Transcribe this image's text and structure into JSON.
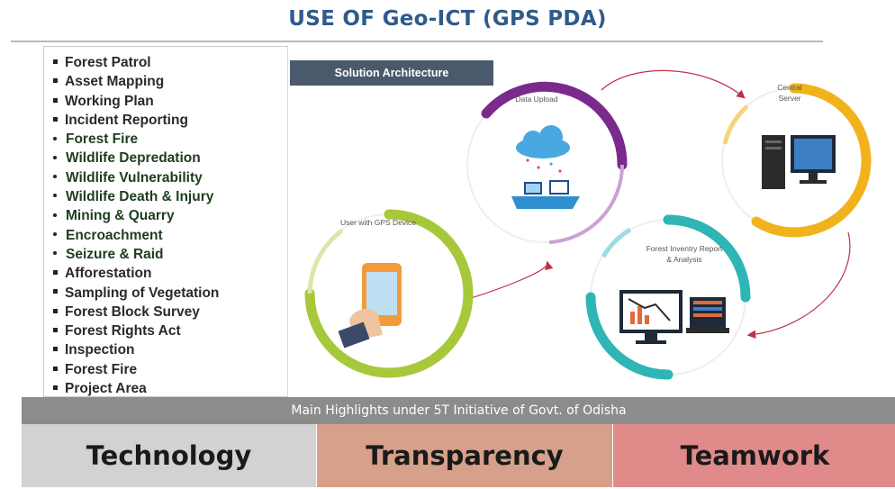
{
  "title": "USE OF Geo-ICT (GPS PDA)",
  "features": [
    {
      "label": "Forest Patrol",
      "level": "main"
    },
    {
      "label": "Asset Mapping",
      "level": "main"
    },
    {
      "label": "Working Plan",
      "level": "main"
    },
    {
      "label": "Incident Reporting",
      "level": "main"
    },
    {
      "label": "Forest Fire",
      "level": "sub"
    },
    {
      "label": "Wildlife Depredation",
      "level": "sub"
    },
    {
      "label": "Wildlife Vulnerability",
      "level": "sub"
    },
    {
      "label": "Wildlife Death & Injury",
      "level": "sub"
    },
    {
      "label": "Mining & Quarry",
      "level": "sub"
    },
    {
      "label": "Encroachment",
      "level": "sub"
    },
    {
      "label": "Seizure & Raid",
      "level": "sub"
    },
    {
      "label": "Afforestation",
      "level": "main"
    },
    {
      "label": "Sampling of Vegetation",
      "level": "main"
    },
    {
      "label": "Forest Block Survey",
      "level": "main"
    },
    {
      "label": "Forest Rights Act",
      "level": "main"
    },
    {
      "label": "Inspection",
      "level": "main"
    },
    {
      "label": "Forest Fire",
      "level": "main"
    },
    {
      "label": "Project Area",
      "level": "main"
    }
  ],
  "architecture": {
    "heading": "Solution Architecture",
    "nodes": {
      "user": "User with GPS Device",
      "upload": "Data Upload",
      "server_line1": "Central",
      "server_line2": "Server",
      "report_line1": "Forest Inventry Report",
      "report_line2": "& Analysis"
    },
    "colors": {
      "user_ring": "#a6c83a",
      "upload_ring": "#7a2a8c",
      "server_ring": "#f2b21c",
      "report_ring": "#2fb5b5",
      "arrow": "#c0304a"
    }
  },
  "banner": "Main Highlights under 5T Initiative of Govt. of Odisha",
  "pillars": [
    "Technology",
    "Transparency",
    "Teamwork"
  ]
}
